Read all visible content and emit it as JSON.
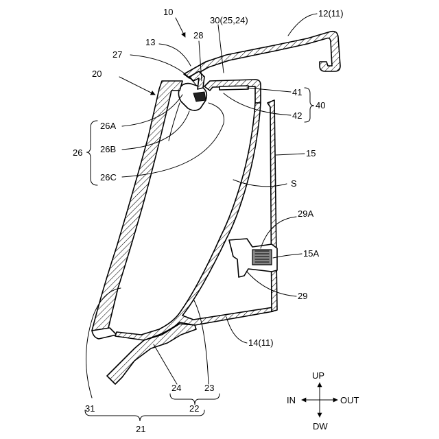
{
  "labels": {
    "l10": "10",
    "l13": "13",
    "l28": "28",
    "l30": "30(25,24)",
    "l12": "12(11)",
    "l27": "27",
    "l20": "20",
    "l41": "41",
    "l42": "42",
    "l40": "40",
    "l26A": "26A",
    "l26B": "26B",
    "l26": "26",
    "l26C": "26C",
    "l15": "15",
    "lS": "S",
    "l29A": "29A",
    "l15A": "15A",
    "l29": "29",
    "l14": "14(11)",
    "l24": "24",
    "l23": "23",
    "l31": "31",
    "l22": "22",
    "l21": "21"
  },
  "compass": {
    "up": "UP",
    "down": "DW",
    "in": "IN",
    "out": "OUT"
  }
}
